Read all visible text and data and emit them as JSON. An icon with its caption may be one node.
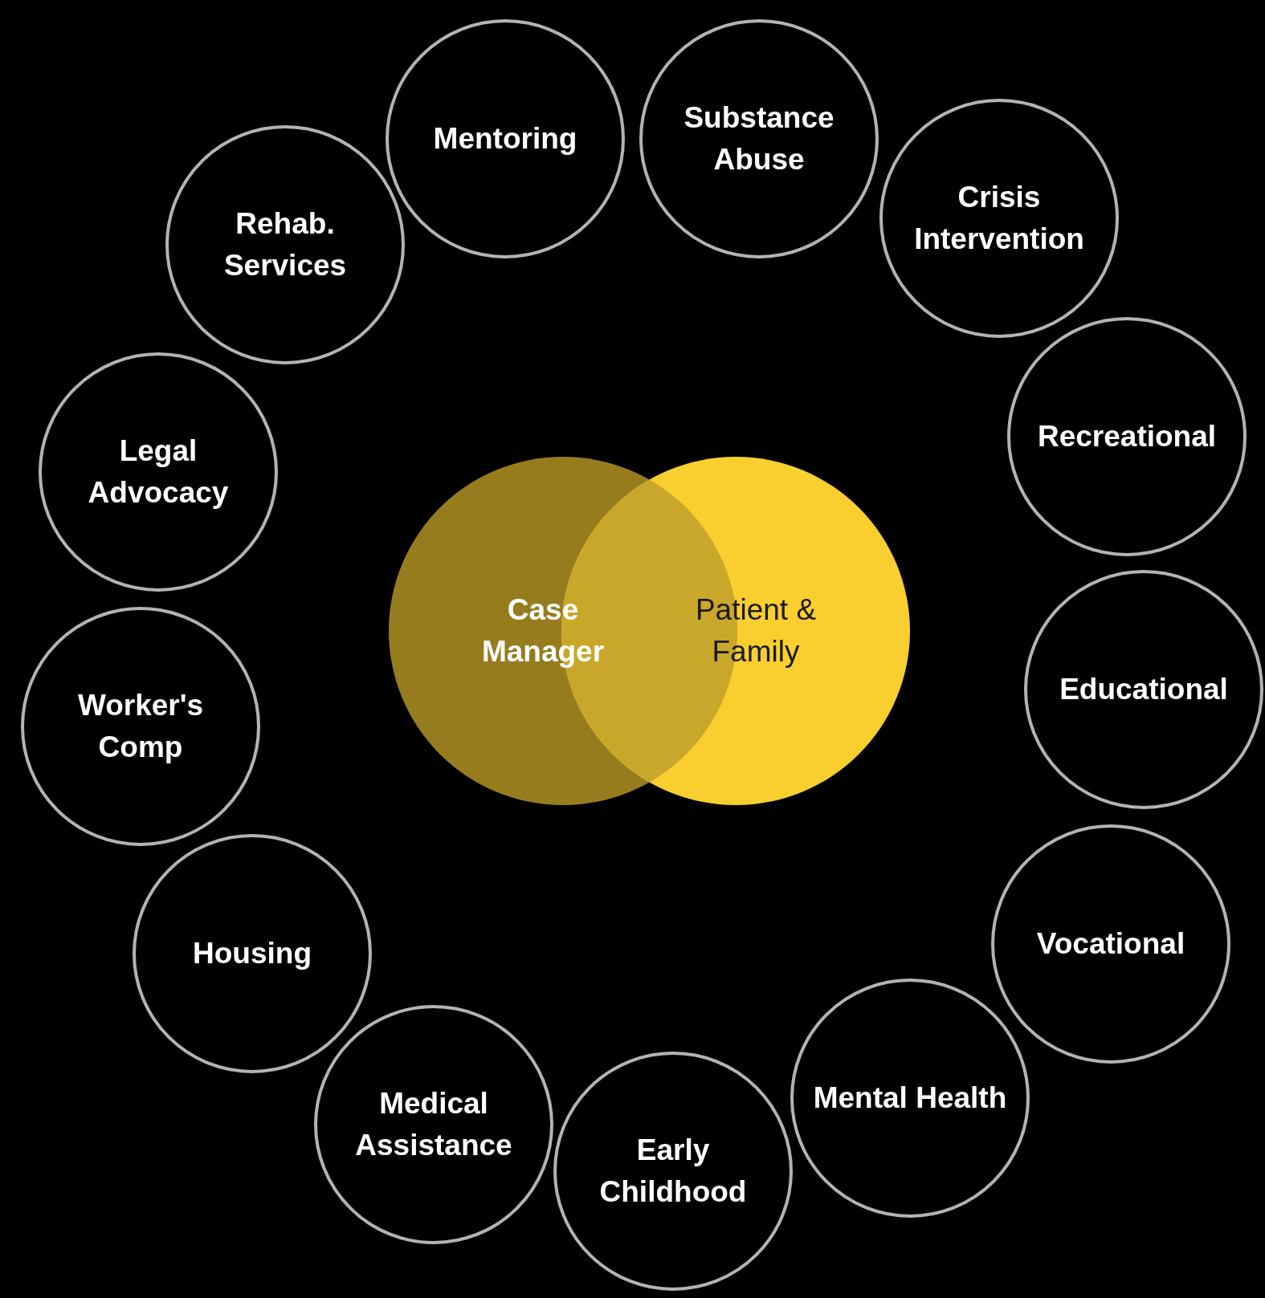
{
  "diagram": {
    "nodes": [
      {
        "text": [
          "Case Manager"
        ]
      },
      {
        "text": [
          "Patient & Family"
        ]
      },
      {
        "text": [
          "Mentoring"
        ]
      },
      {
        "text": [
          "Substance Abuse"
        ]
      },
      {
        "text": [
          "Crisis Intervention"
        ]
      },
      {
        "text": [
          "Recreational"
        ]
      },
      {
        "text": [
          "Educational"
        ]
      },
      {
        "text": [
          "Vocational"
        ]
      },
      {
        "text": [
          "Mental Health"
        ]
      },
      {
        "text": [
          "Early Childhood"
        ]
      },
      {
        "text": [
          "Medical Assistance"
        ]
      },
      {
        "text": [
          "Housing"
        ]
      },
      {
        "text": [
          "Worker's Comp"
        ]
      },
      {
        "text": [
          "Legal Advocacy"
        ]
      },
      {
        "text": [
          "Rehab. Services"
        ]
      }
    ]
  }
}
